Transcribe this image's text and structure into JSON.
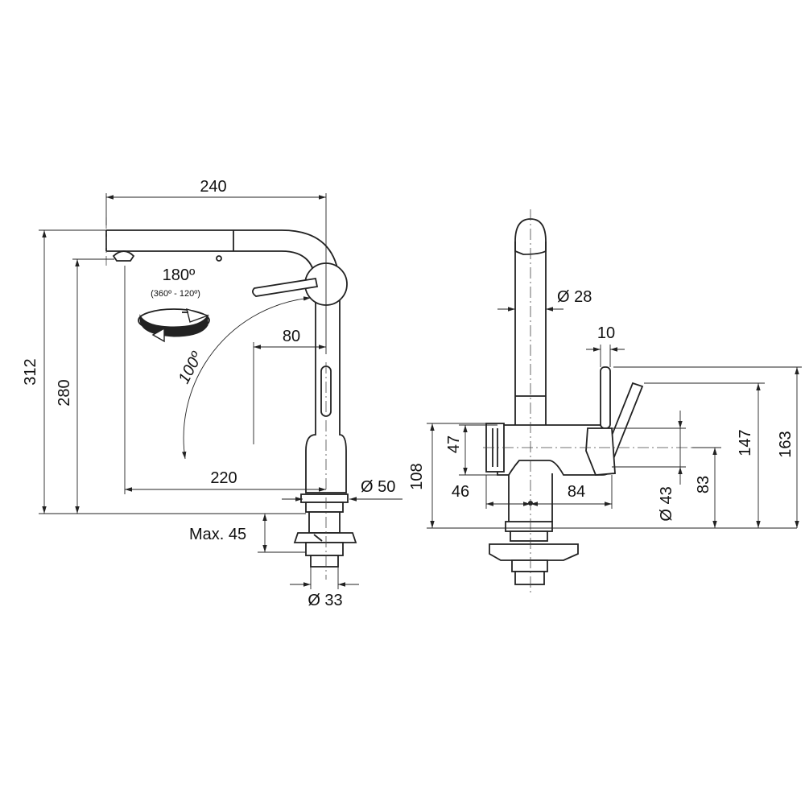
{
  "colors": {
    "line": "#222222",
    "background": "#ffffff"
  },
  "side_view": {
    "dims": {
      "width_240": "240",
      "height_312": "312",
      "height_280": "280",
      "reach_80": "80",
      "reach_220": "220",
      "dia_50": "Ø 50",
      "max_45": "Max. 45",
      "dia_33": "Ø 33"
    },
    "swivel": {
      "angle": "180º",
      "range": "(360º - 120º)"
    },
    "lever_angle": "100º"
  },
  "front_view": {
    "dims": {
      "dia_28": "Ø 28",
      "lever_10": "10",
      "h_47": "47",
      "h_108": "108",
      "w_46": "46",
      "w_84": "84",
      "dia_43": "Ø 43",
      "h_83": "83",
      "h_147": "147",
      "h_163": "163"
    }
  }
}
